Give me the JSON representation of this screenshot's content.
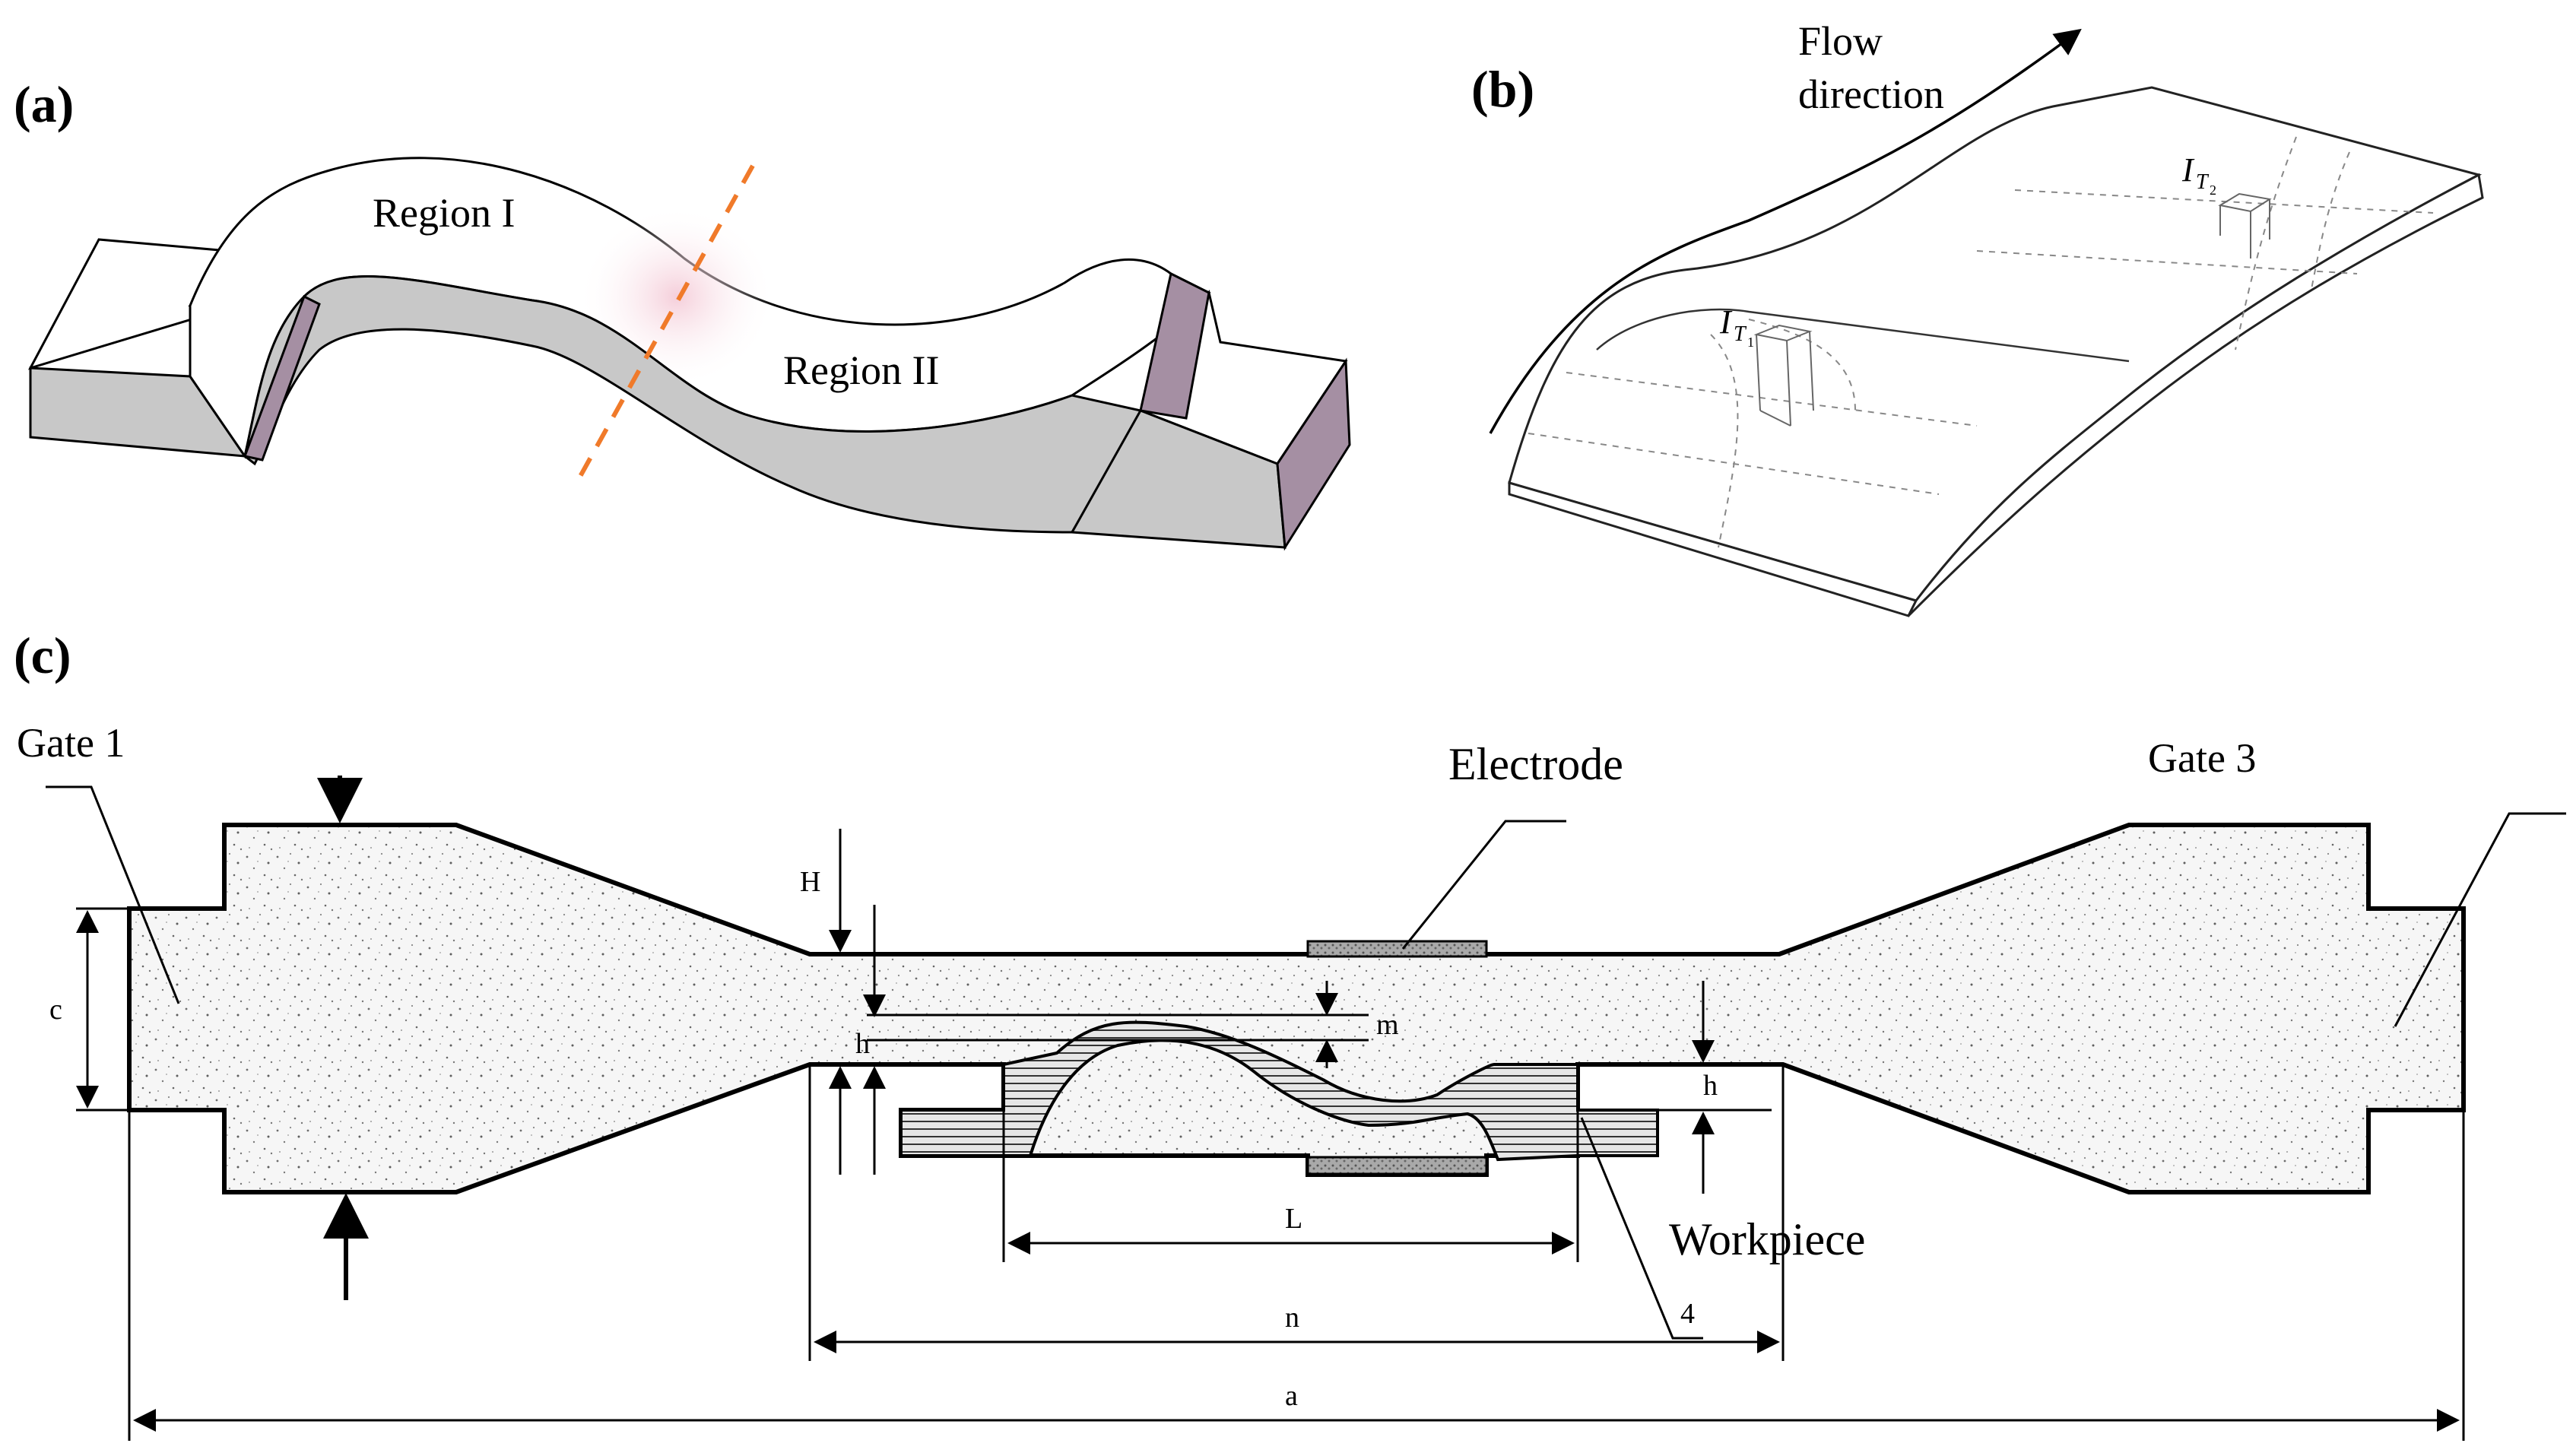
{
  "panels": {
    "a": {
      "label": "(a)",
      "region_1": "Region I",
      "region_2": "Region II"
    },
    "b": {
      "label": "(b)",
      "flow_direction": [
        "Flow",
        "direction"
      ],
      "probe_1": "I",
      "probe_1_sub": "T",
      "probe_1_subsub": "1",
      "probe_2": "I",
      "probe_2_sub": "T",
      "probe_2_subsub": "2"
    },
    "c": {
      "label": "(c)",
      "gate_1": "Gate 1",
      "gate_3": "Gate 3",
      "electrode": "Electrode",
      "workpiece": "Workpiece",
      "dims": {
        "c": "c",
        "H": "H",
        "h_left": "h",
        "h_right": "h",
        "m": "m",
        "L": "L",
        "n": "n",
        "a": "a",
        "four": "4"
      }
    }
  },
  "colors": {
    "side_face": "#c8c8c8",
    "end_face": "#a58fa3",
    "cut_line": "#f07a2a",
    "sand_fill": "#f4f4f4",
    "electrode_fill": "#9a9a9a"
  }
}
